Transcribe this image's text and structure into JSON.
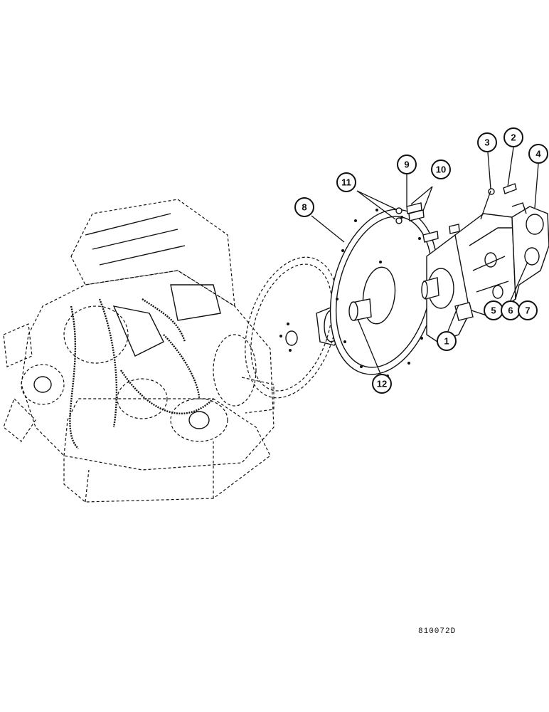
{
  "figure_code": "810072D",
  "callouts": [
    "1",
    "2",
    "3",
    "4",
    "5",
    "6",
    "7",
    "8",
    "9",
    "10",
    "11",
    "12"
  ],
  "colors": {
    "ink": "#111111",
    "paper": "#ffffff"
  }
}
